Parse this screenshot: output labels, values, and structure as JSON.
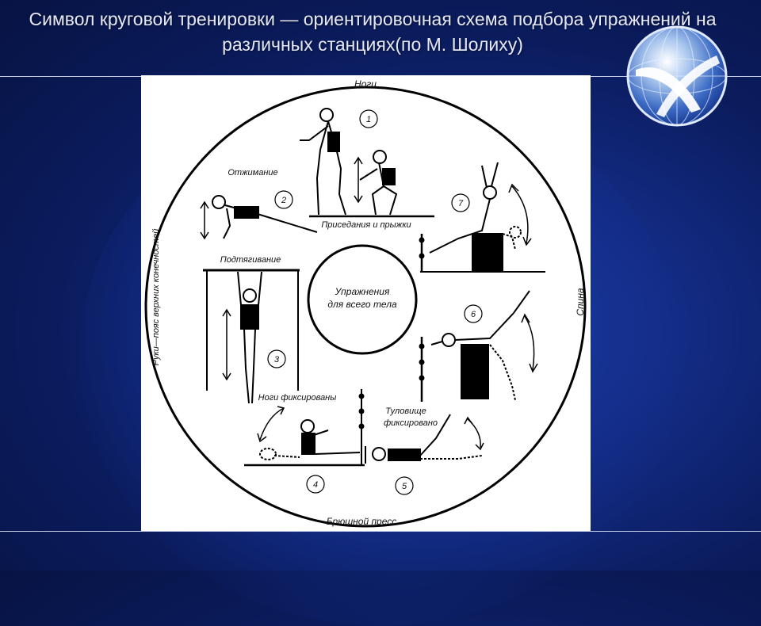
{
  "slide": {
    "title": "Символ круговой тренировки — ориентировочная схема подбора упражнений на различных станциях(по М. Шолиху)"
  },
  "diagram": {
    "center_line1": "Упражнения",
    "center_line2": "для всего тела",
    "regions": {
      "top": "Ноги",
      "bottom": "Брюшной пресс",
      "left": "Руки—пояс верхних конечностей",
      "right": "Спина"
    },
    "exercise_labels": {
      "squats": "Приседания и прыжки",
      "pushups": "Отжимание",
      "pullups": "Подтягивание",
      "legs_fixed": "Ноги фиксированы",
      "torso_fixed_1": "Туловище",
      "torso_fixed_2": "фиксировано"
    },
    "station_numbers": [
      "1",
      "2",
      "3",
      "4",
      "5",
      "6",
      "7"
    ]
  }
}
